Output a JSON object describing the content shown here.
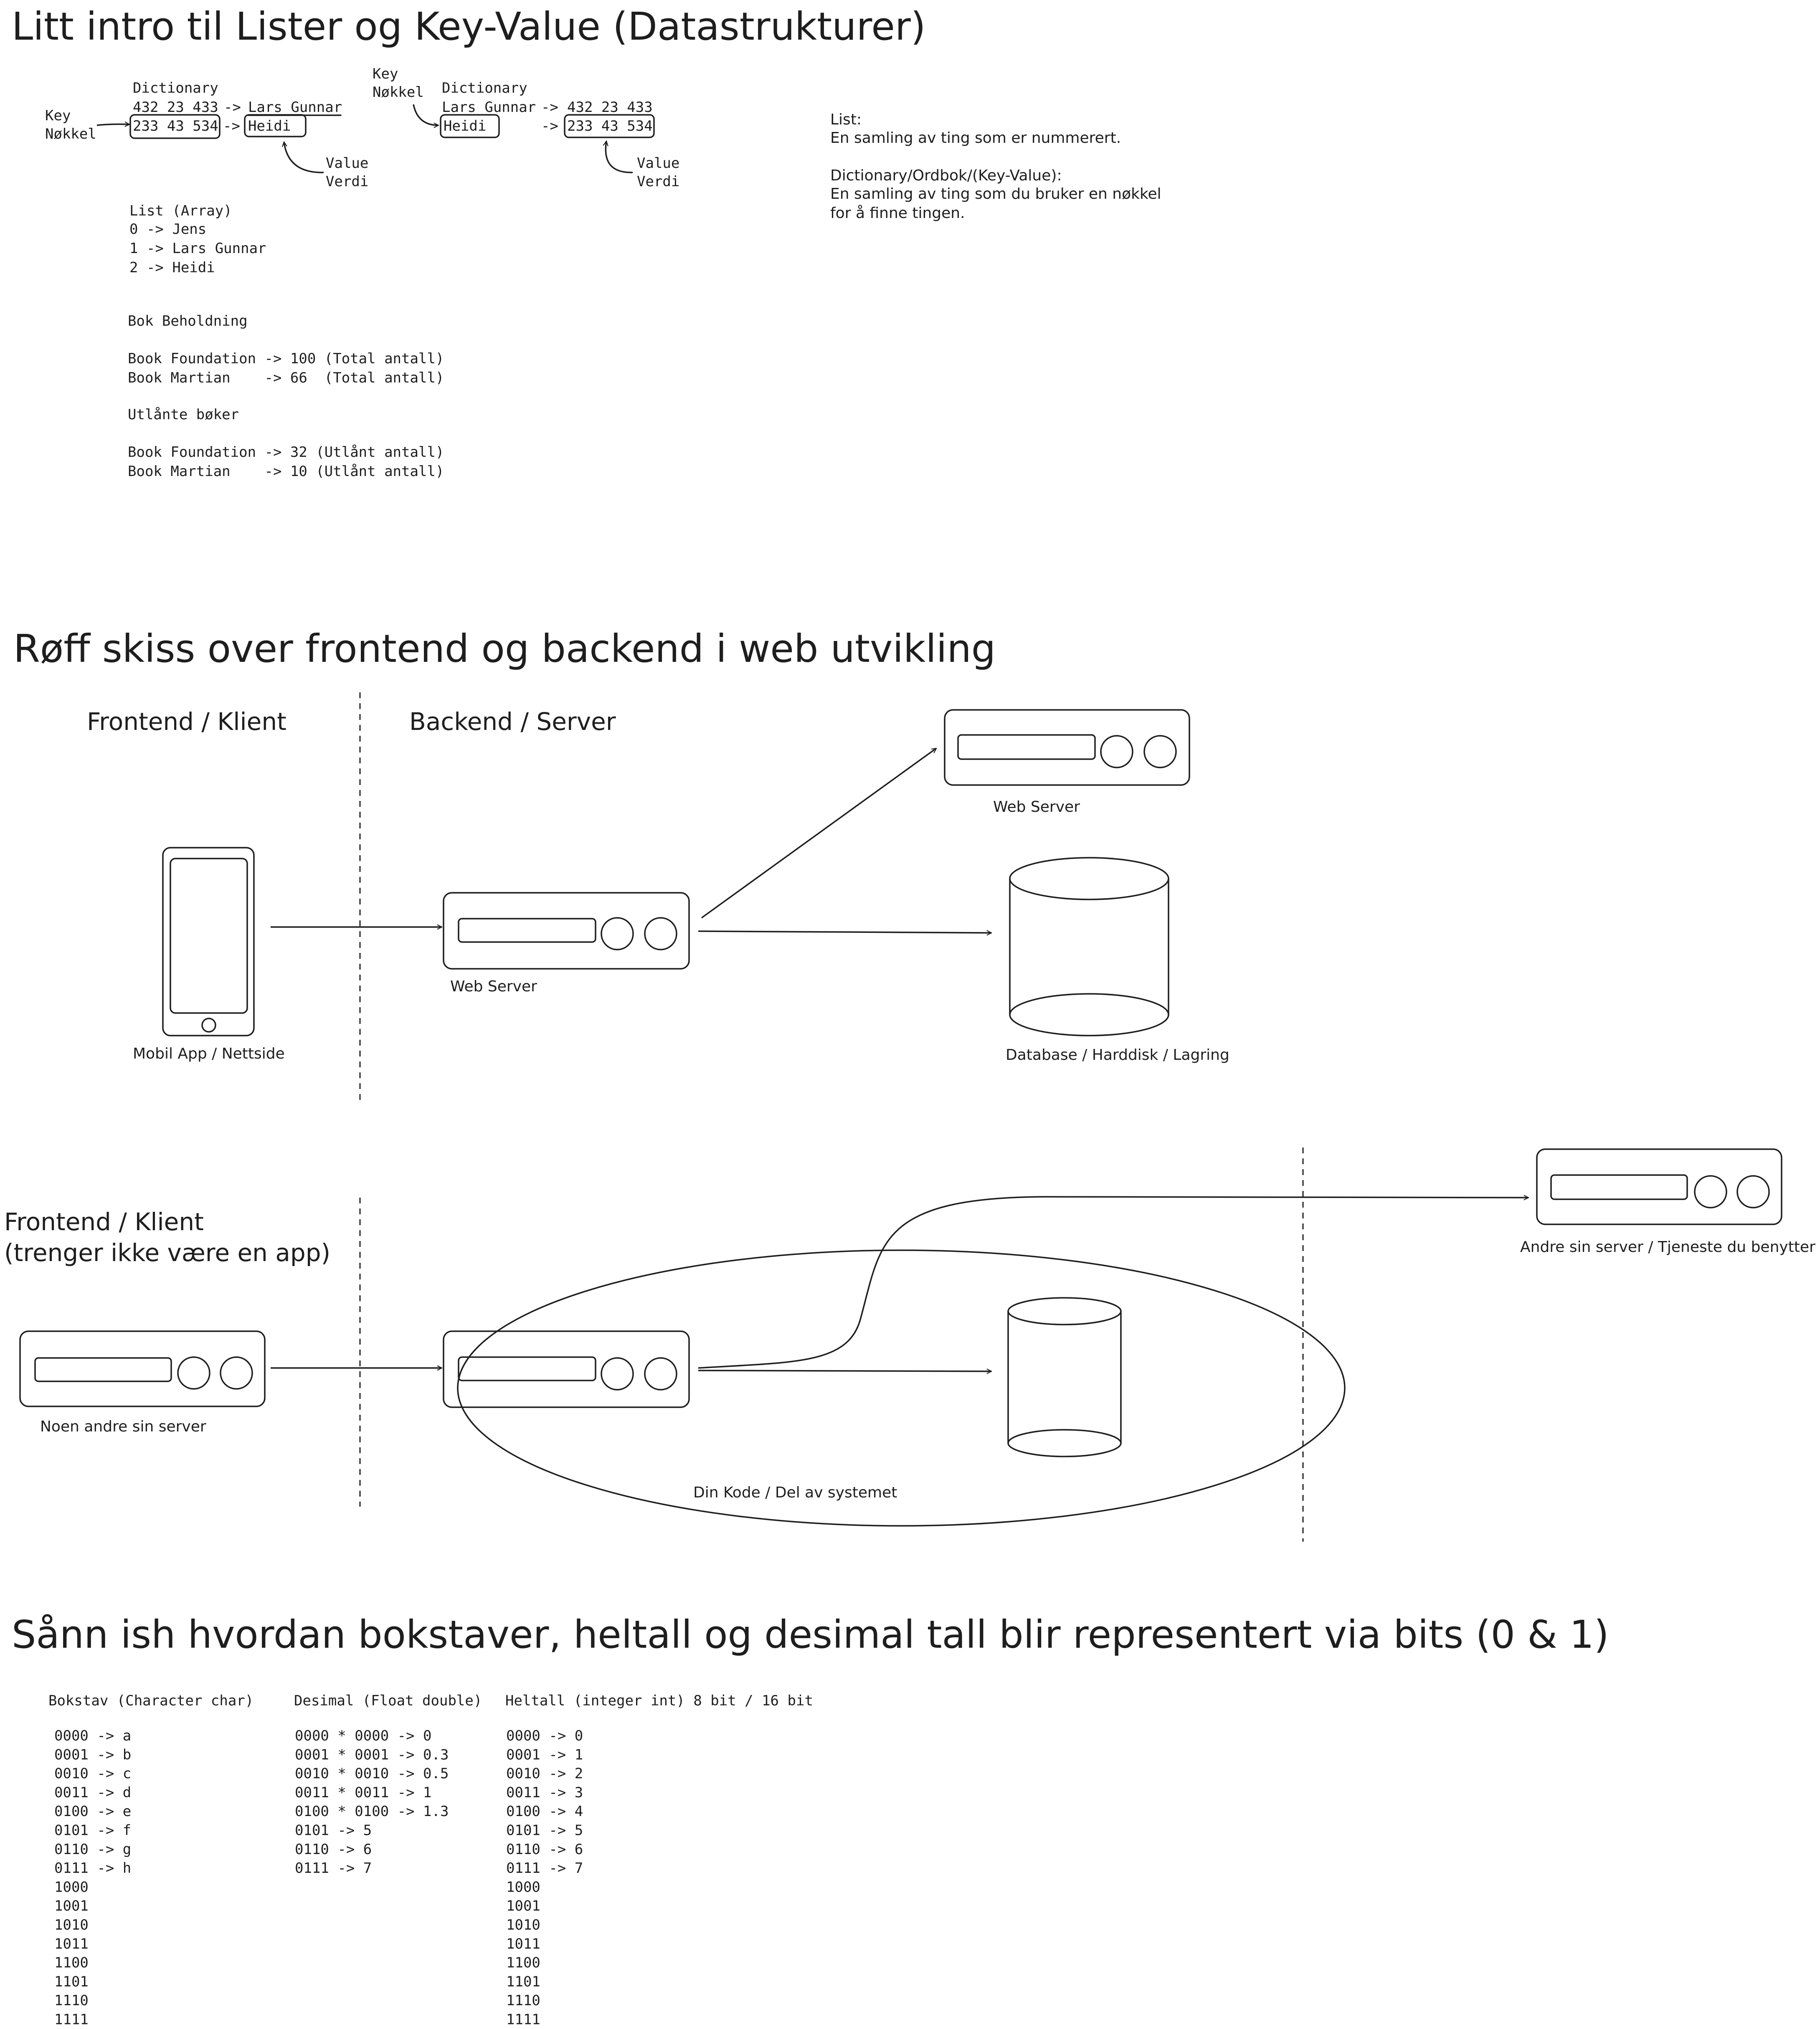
{
  "section1": {
    "title": "Litt intro til Lister og Key-Value (Datastrukturer)",
    "dict1": {
      "heading": "Dictionary",
      "key_label_1": "Key",
      "key_label_2": "Nøkkel",
      "row1_key": "432 23 433",
      "row1_value": "Lars Gunnar",
      "row2_key": "233 43 534",
      "row2_value": "Heidi",
      "arrow": "->",
      "value_label_1": "Value",
      "value_label_2": "Verdi"
    },
    "dict2": {
      "heading": "Dictionary",
      "key_label_1": "Key",
      "key_label_2": "Nøkkel",
      "row1_key": "Lars Gunnar",
      "row1_value": "432 23 433",
      "row2_key": "Heidi",
      "row2_value": "233 43 534",
      "arrow": "->",
      "value_label_1": "Value",
      "value_label_2": "Verdi"
    },
    "list": [
      "List (Array)",
      "0 -> Jens",
      "1 -> Lars Gunnar",
      "2 -> Heidi"
    ],
    "books": [
      "Bok Beholdning",
      "",
      "Book Foundation -> 100 (Total antall)",
      "Book Martian    -> 66  (Total antall)",
      "",
      "Utlånte bøker",
      "",
      "Book Foundation -> 32 (Utlånt antall)",
      "Book Martian    -> 10 (Utlånt antall)"
    ],
    "notes": [
      "List:",
      "En samling av ting som er nummerert.",
      "",
      "Dictionary/Ordbok/(Key-Value):",
      "En samling av ting som du bruker en nøkkel",
      "for å finne tingen."
    ]
  },
  "section2": {
    "title": "Røff skiss over frontend og backend i web utvikling",
    "frontend_label": "Frontend / Klient",
    "backend_label": "Backend / Server",
    "phone_label": "Mobil App / Nettside",
    "server_label": "Web Server",
    "remote_server_label": "Web Server",
    "database_label": "Database / Harddisk / Lagring"
  },
  "section3": {
    "frontend_label_1": "Frontend / Klient",
    "frontend_label_2": "(trenger ikke være en app)",
    "other_server_label": "Noen andre sin server",
    "your_code_label": "Din Kode / Del av systemet",
    "external_label": "Andre sin server / Tjeneste du benytter"
  },
  "section4": {
    "title": "Sånn ish hvordan bokstaver, heltall og desimal tall blir representert via bits (0 & 1)",
    "char_header": "Bokstav (Character char)",
    "char_rows": [
      "0000 -> a",
      "0001 -> b",
      "0010 -> c",
      "0011 -> d",
      "0100 -> e",
      "0101 -> f",
      "0110 -> g",
      "0111 -> h",
      "1000",
      "1001",
      "1010",
      "1011",
      "1100",
      "1101",
      "1110",
      "1111"
    ],
    "float_header": "Desimal (Float double)",
    "float_rows": [
      "0000 * 0000 -> 0",
      "0001 * 0001 -> 0.3",
      "0010 * 0010 -> 0.5",
      "0011 * 0011 -> 1",
      "0100 * 0100 -> 1.3",
      "0101 -> 5",
      "0110 -> 6",
      "0111 -> 7"
    ],
    "int_header": "Heltall (integer int) 8 bit / 16 bit",
    "int_rows": [
      "0000 -> 0",
      "0001 -> 1",
      "0010 -> 2",
      "0011 -> 3",
      "0100 -> 4",
      "0101 -> 5",
      "0110 -> 6",
      "0111 -> 7",
      "1000",
      "1001",
      "1010",
      "1011",
      "1100",
      "1101",
      "1110",
      "1111"
    ]
  }
}
